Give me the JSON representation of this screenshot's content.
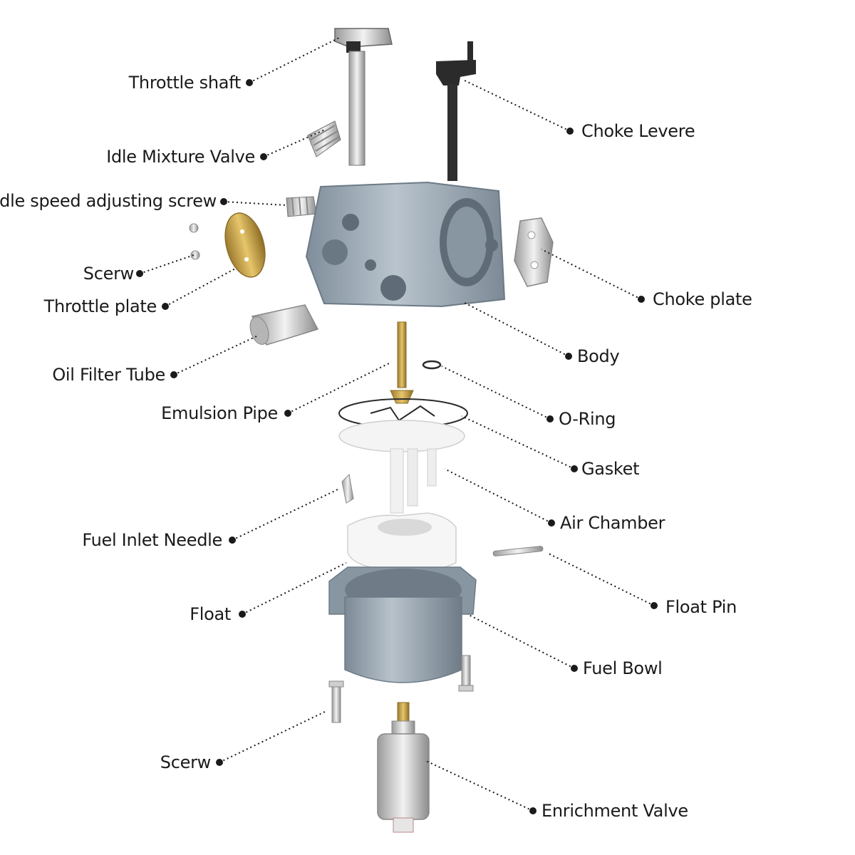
{
  "labels": {
    "throttle_shaft": "Throttle shaft",
    "choke_levere": "Choke Levere",
    "idle_mixture_valve": "Idle Mixture Valve",
    "idle_speed_screw": "Idle speed adjusting screw",
    "scerw_top": "Scerw",
    "throttle_plate": "Throttle plate",
    "choke_plate": "Choke plate",
    "body": "Body",
    "oil_filter_tube": "Oil Filter Tube",
    "emulsion_pipe": "Emulsion Pipe",
    "o_ring": "O-Ring",
    "gasket": "Gasket",
    "air_chamber": "Air Chamber",
    "fuel_inlet_needle": "Fuel Inlet Needle",
    "float_pin": "Float Pin",
    "float": "Float",
    "fuel_bowl": "Fuel Bowl",
    "scerw_bottom": "Scerw",
    "enrichment_valve": "Enrichment Valve"
  },
  "colors": {
    "body_metal": "#9aa8b4",
    "brass": "#c9a24a",
    "plastic_white": "#f4f4f4",
    "black_part": "#2b2b2b",
    "leader": "#1a1a1a"
  }
}
